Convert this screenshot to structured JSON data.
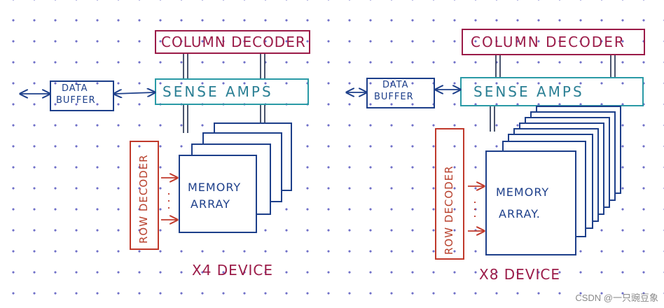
{
  "left_device": {
    "column_decoder": "COLUMN DECODER",
    "sense_amps": "SENSE AMPS",
    "data_buffer_line1": "DATA",
    "data_buffer_line2": "BUFFER",
    "row_decoder": "ROW DECODER",
    "memory_line1": "MEMORY",
    "memory_line2": "ARRAY",
    "device_label": "X4 DEVICE"
  },
  "right_device": {
    "column_decoder": "COLUMN DECODER",
    "sense_amps": "SENSE AMPS",
    "data_buffer_line1": "DATA",
    "data_buffer_line2": "BUFFER",
    "row_decoder": "ROW DECODER",
    "memory_line1": "MEMORY",
    "memory_line2": "ARRAY.",
    "device_label": "X8 DEVICE"
  },
  "watermark": "CSDN @一只豌豆象",
  "colors": {
    "column_decoder": "#9b1b48",
    "sense_amps": "#2a7f94",
    "buffer_and_arrays": "#1d3f8a",
    "row_decoder": "#b8402c"
  }
}
